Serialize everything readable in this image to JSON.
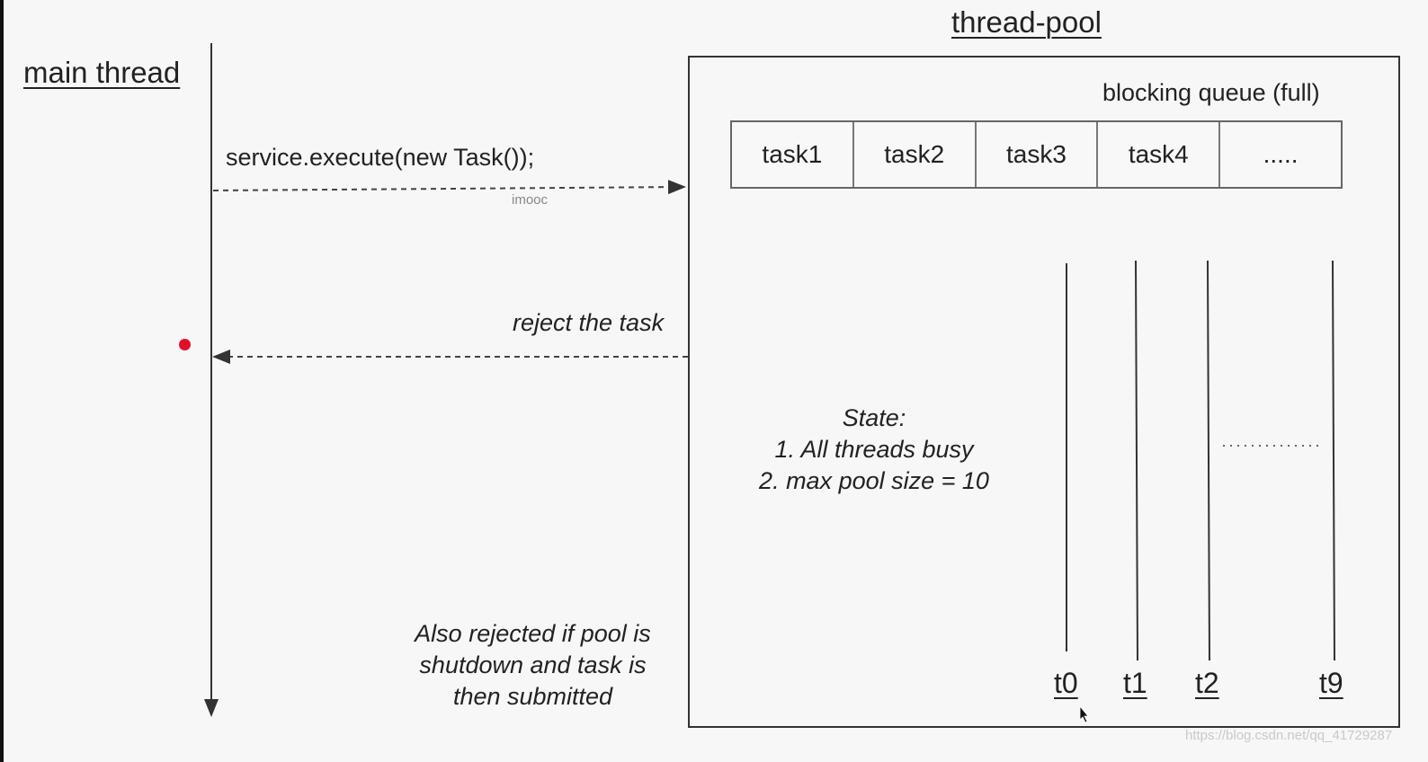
{
  "main": {
    "title": "main thread",
    "call_label": "service.execute(new Task());",
    "reject_label": "reject the task",
    "note_lines": [
      "Also rejected if pool is",
      "shutdown and task is",
      "then submitted"
    ]
  },
  "pool": {
    "title": "thread-pool",
    "queue_label": "blocking queue (full)",
    "queue_cells": [
      "task1",
      "task2",
      "task3",
      "task4",
      "....."
    ],
    "state_lines": [
      "State:",
      "1. All threads busy",
      "2. max pool size = 10"
    ],
    "threads": [
      "t0",
      "t1",
      "t2",
      "t9"
    ]
  },
  "watermarks": {
    "center": "imooc",
    "corner": "https://blog.csdn.net/qq_41729287"
  },
  "colors": {
    "line": "#333333",
    "marker": "#e0102a"
  }
}
